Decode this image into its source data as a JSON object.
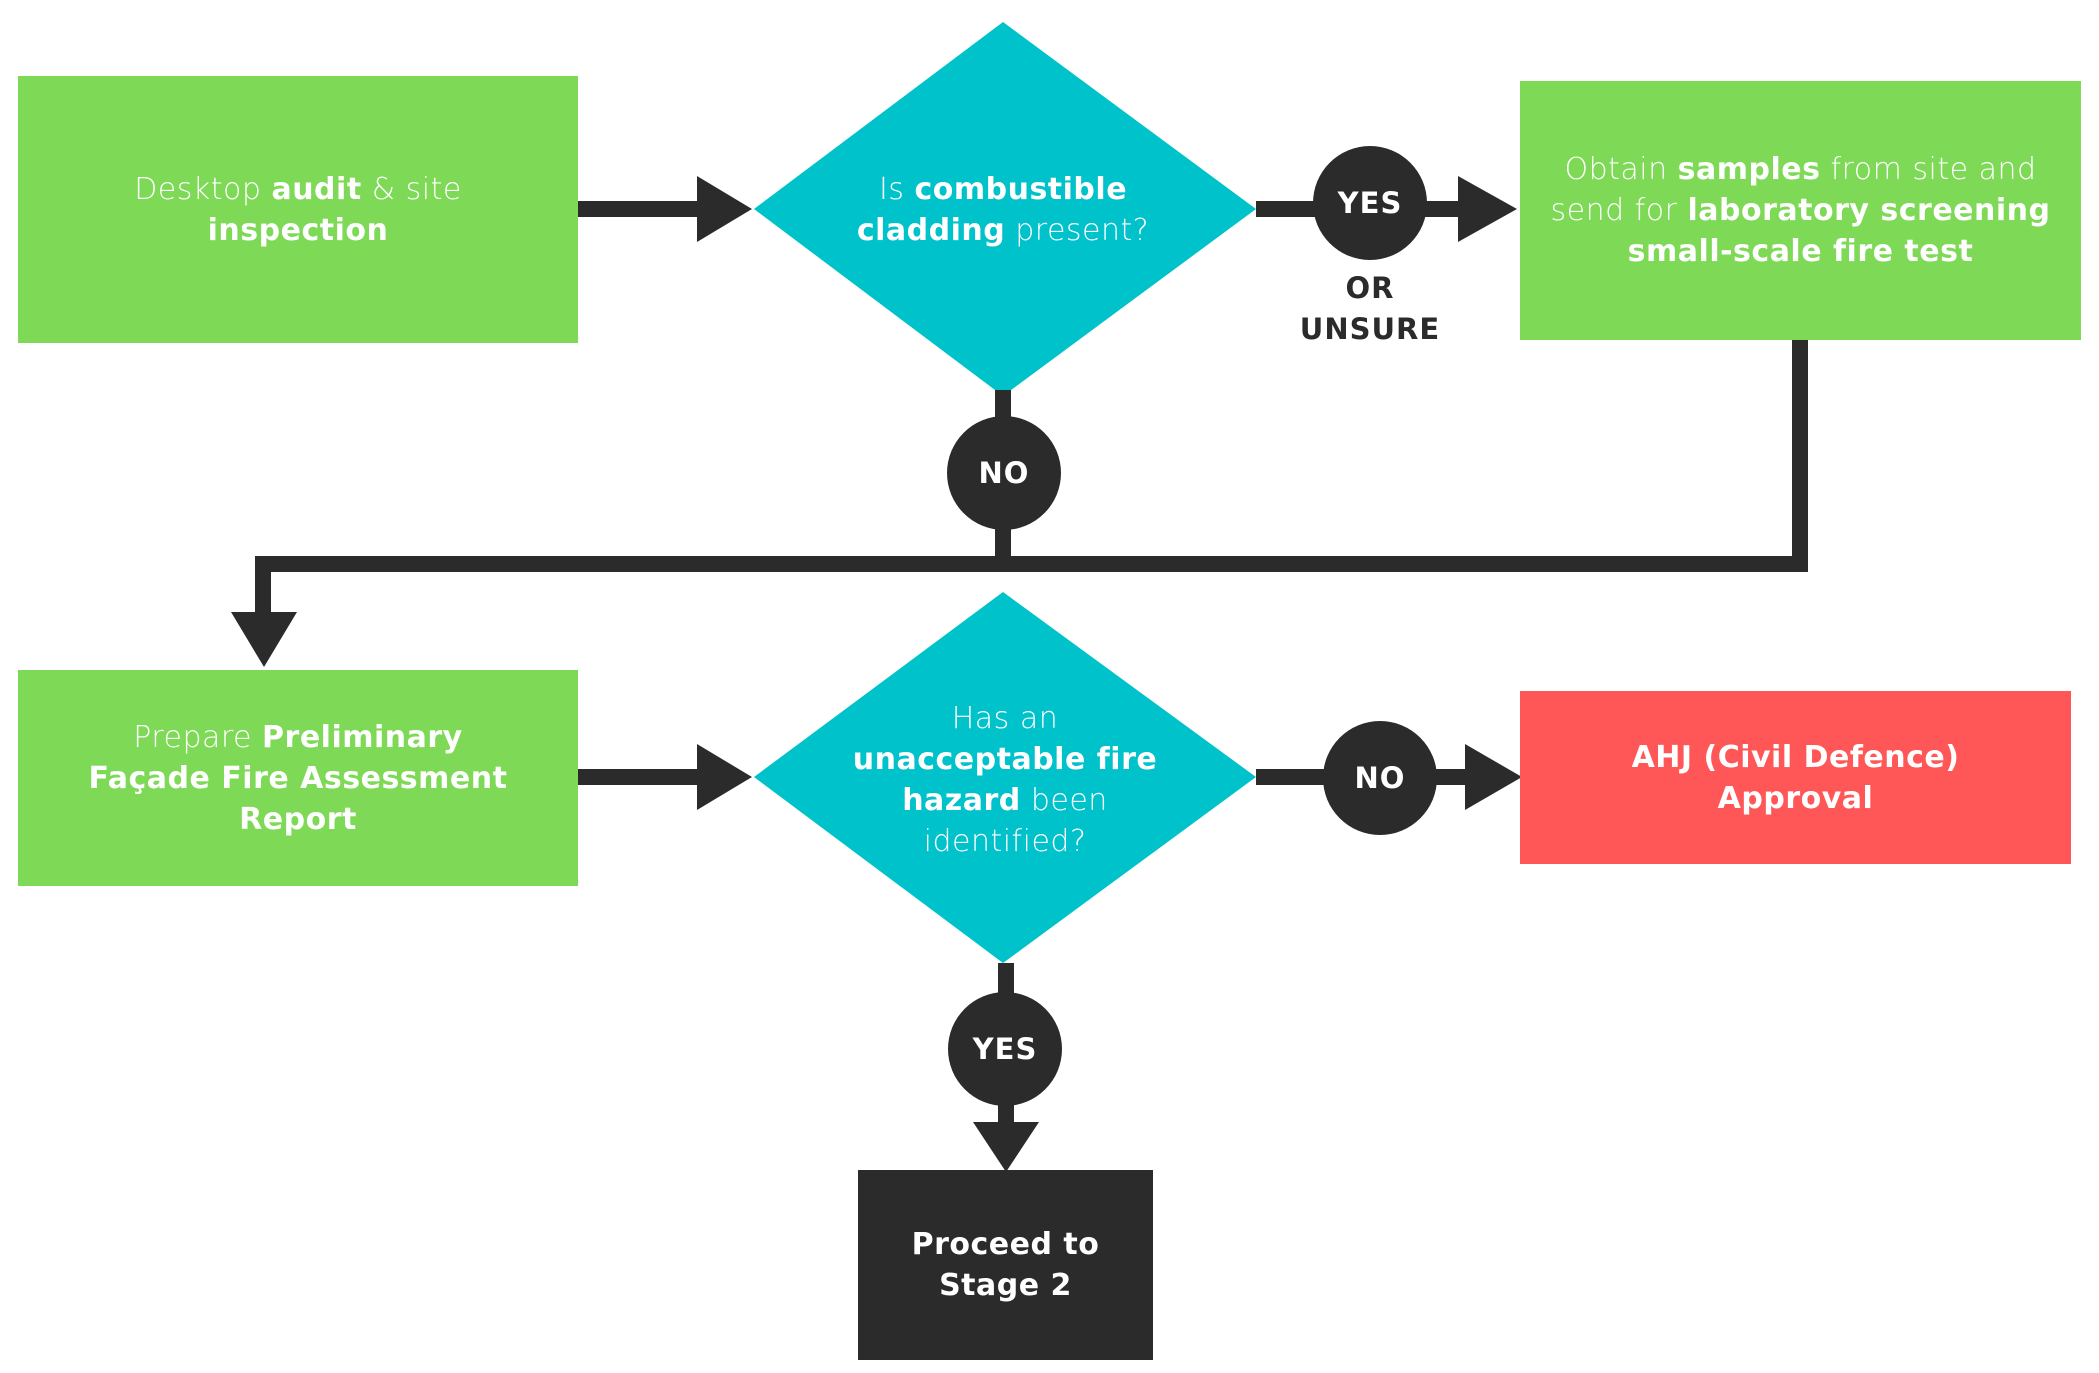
{
  "nodes": {
    "desktop_audit": {
      "p1": "Desktop ",
      "p2": "audit",
      "p3": " & site ",
      "p4": "inspection"
    },
    "cladding_question": {
      "p1": "Is ",
      "p2": "combustible cladding",
      "p3": " present?"
    },
    "obtain_samples": {
      "p1": "Obtain ",
      "p2": "samples",
      "p3": " from site and send for ",
      "p4": "laboratory screening small-scale fire test"
    },
    "prepare_report": {
      "p1": "Prepare ",
      "p2": "Preliminary Façade Fire Assessment Report"
    },
    "hazard_question": {
      "p1": "Has an ",
      "p2": "unacceptable fire hazard",
      "p3": " been identified?"
    },
    "ahj_approval": {
      "text": "AHJ (Civil Defence) Approval"
    },
    "proceed_stage2": {
      "text": "Proceed to Stage 2"
    }
  },
  "connectors": {
    "yes_top": "YES",
    "or_unsure_line1": "OR",
    "or_unsure_line2": "UNSURE",
    "no_top": "NO",
    "no_right": "NO",
    "yes_bottom": "YES"
  },
  "colors": {
    "process_green": "#7ed957",
    "decision_teal": "#00c2cb",
    "approval_red": "#ff5757",
    "dark": "#2b2b2b"
  }
}
